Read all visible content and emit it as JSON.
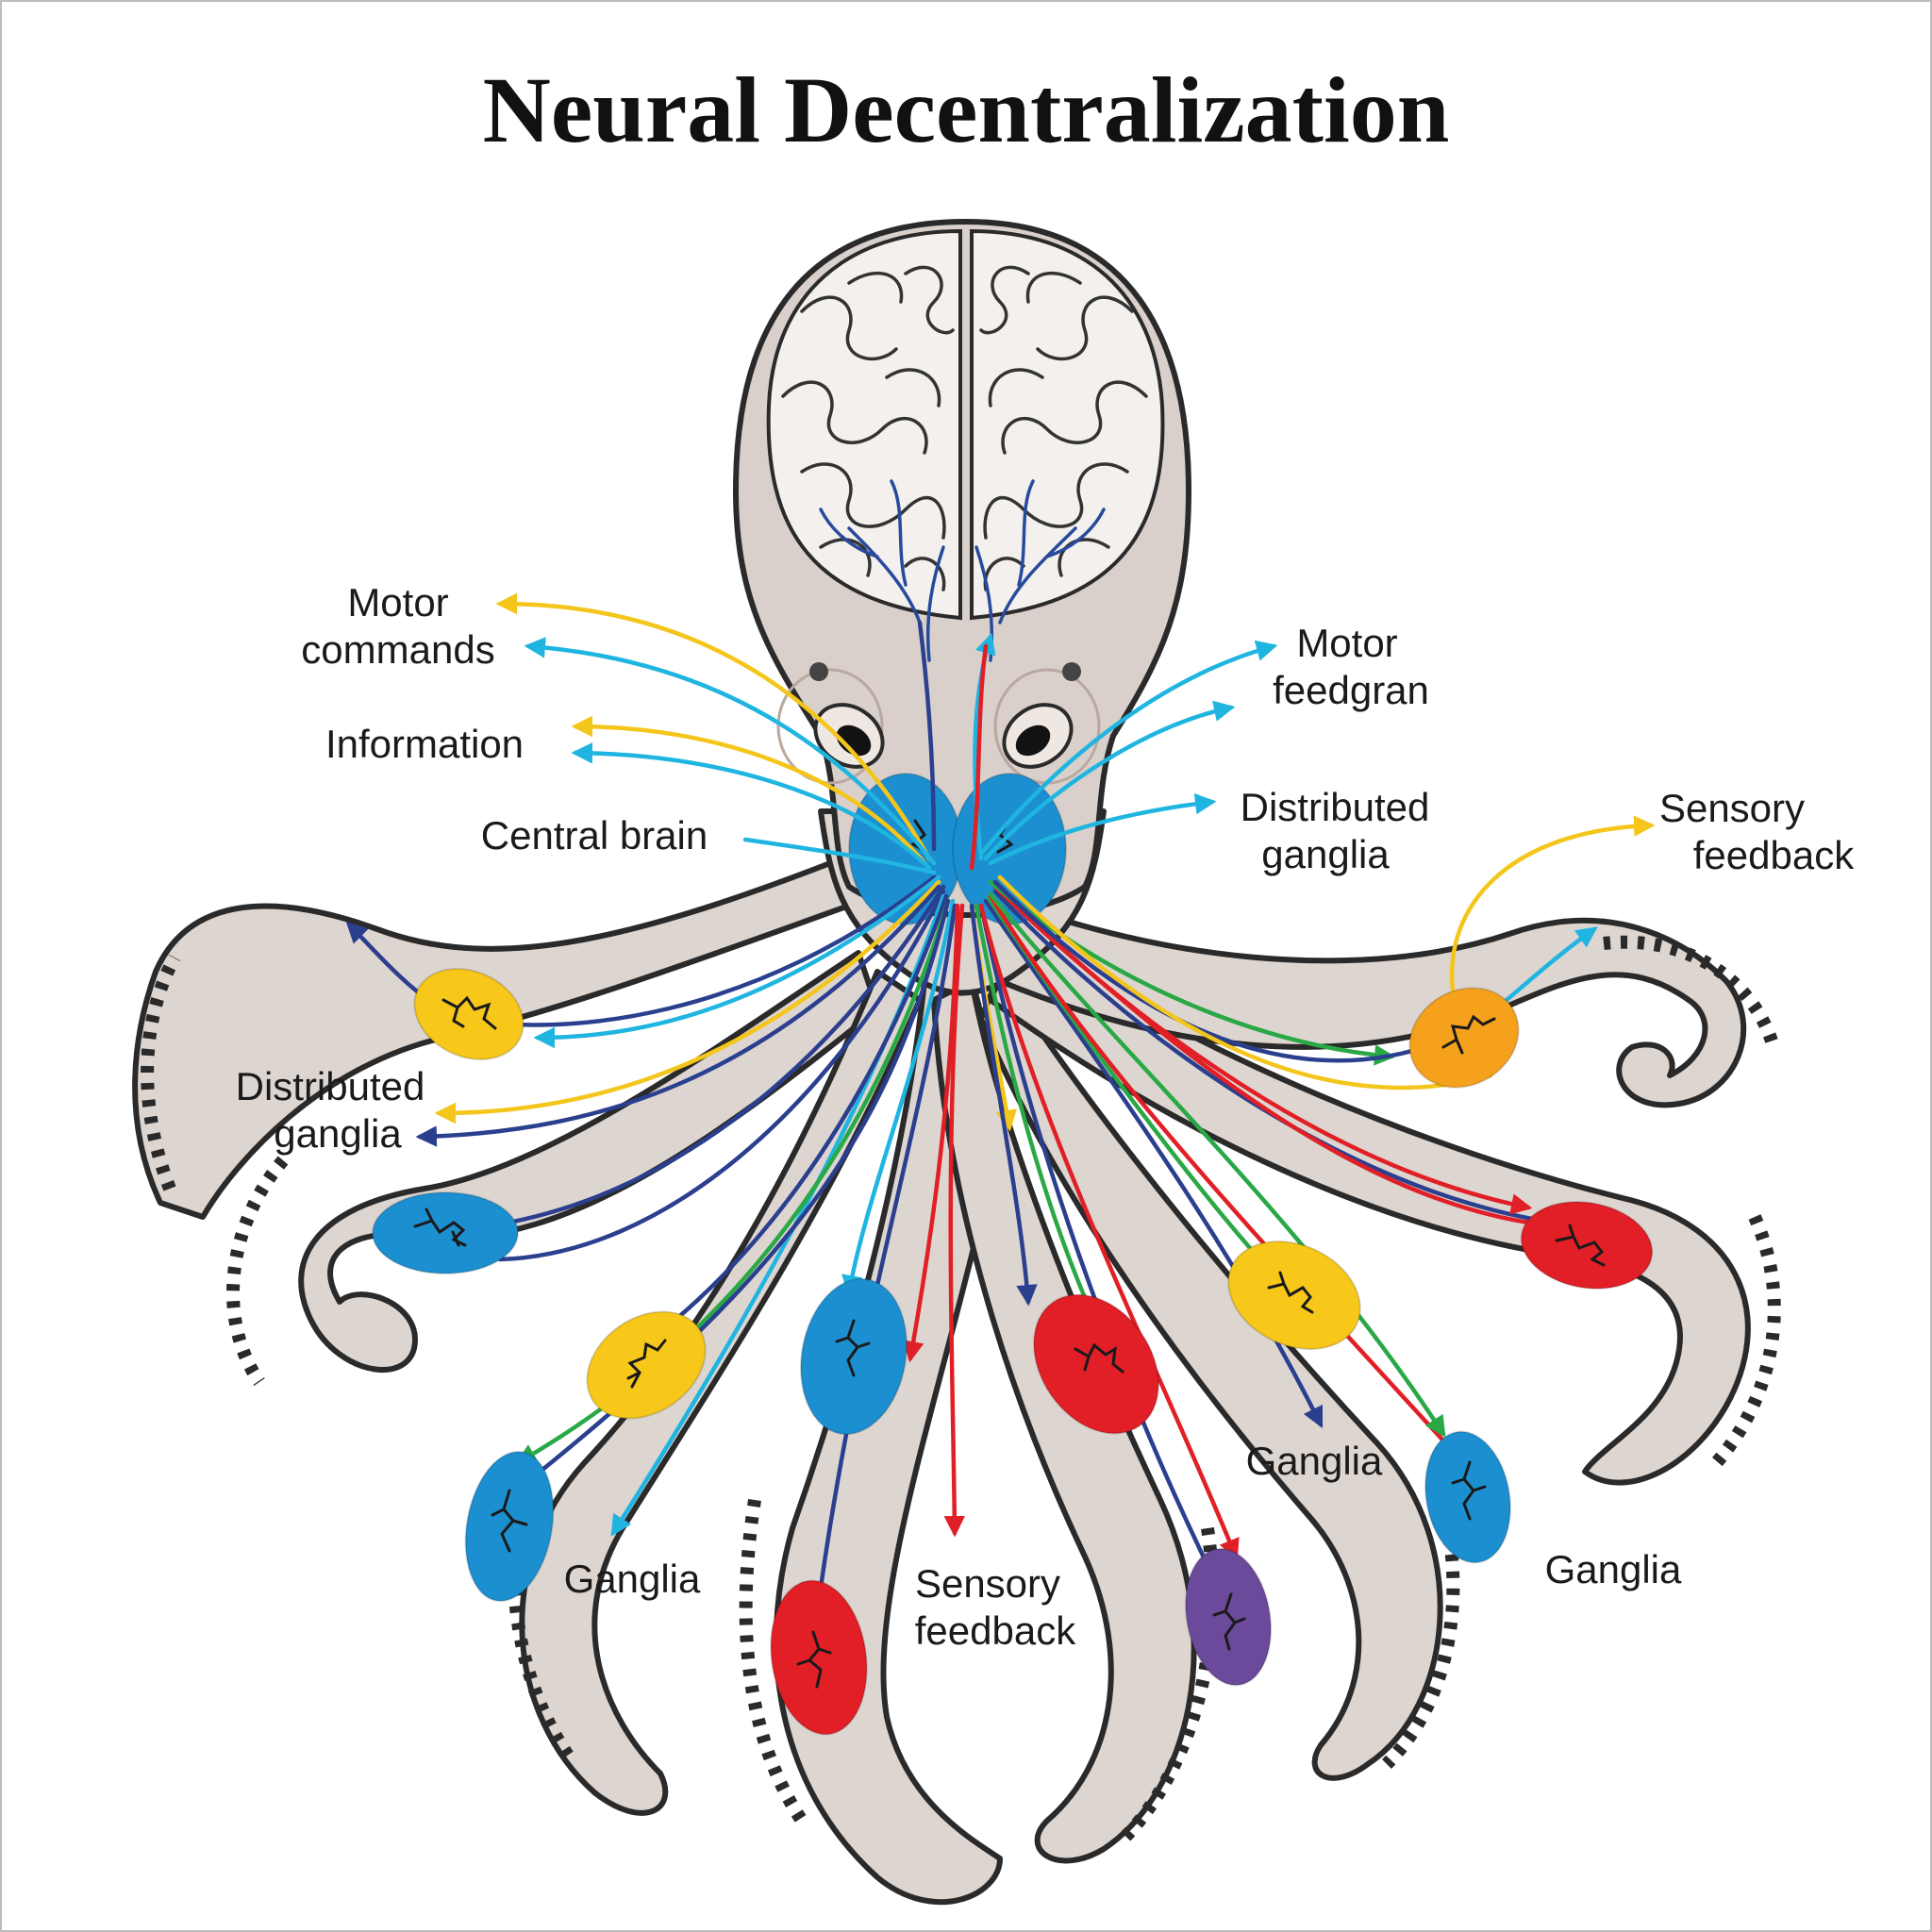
{
  "title": "Neural Decentralization",
  "labels": {
    "motor_commands_1": "Motor",
    "motor_commands_2": "commands",
    "information": "Information",
    "central_brain": "Central brain",
    "distributed_ganglia_left_1": "Distributed",
    "distributed_ganglia_left_2": "ganglia",
    "motor_feedgran_1": "Motor",
    "motor_feedgran_2": "feedgran",
    "distributed_ganglia_right_1": "Distributed",
    "distributed_ganglia_right_2": "ganglia",
    "sensory_feedback_right_1": "Sensory",
    "sensory_feedback_right_2": "feedback",
    "ganglia_left": "Ganglia",
    "sensory_feedback_bottom_1": "Sensory",
    "sensory_feedback_bottom_2": "feedback",
    "ganglia_mid_right": "Ganglia",
    "ganglia_right": "Ganglia"
  },
  "colors": {
    "body": "#ddd5d0",
    "outline": "#2a2a2a",
    "nerve_cyan": "#1fb5e0",
    "nerve_navy": "#2b3f8f",
    "nerve_red": "#e11f26",
    "nerve_yellow": "#f4c51a",
    "nerve_green": "#2aa845",
    "ganglion_yellow": "#f7c81a",
    "ganglion_blue": "#1c8fd0",
    "ganglion_red": "#e21e26",
    "ganglion_orange": "#f5a11c",
    "ganglion_purple": "#6b4a9b"
  }
}
